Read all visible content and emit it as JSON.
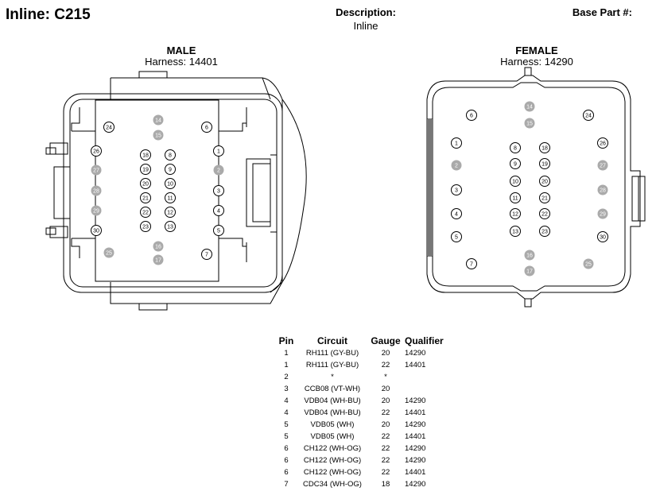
{
  "header": {
    "title": "Inline: C215",
    "description_label": "Description:",
    "description_value": "Inline",
    "base_part_label": "Base Part #:"
  },
  "male": {
    "gender": "MALE",
    "harness": "Harness: 14401"
  },
  "female": {
    "gender": "FEMALE",
    "harness": "Harness: 14290"
  },
  "colors": {
    "empty_cavity": "#aaaaaa",
    "line": "#000000"
  },
  "pin_table": {
    "headers": [
      "Pin",
      "Circuit",
      "Gauge",
      "Qualifier"
    ],
    "rows": [
      [
        "1",
        "RH111 (GY-BU)",
        "20",
        "14290"
      ],
      [
        "1",
        "RH111 (GY-BU)",
        "22",
        "14401"
      ],
      [
        "2",
        "*",
        "*",
        ""
      ],
      [
        "3",
        "CCB08 (VT-WH)",
        "20",
        ""
      ],
      [
        "4",
        "VDB04 (WH-BU)",
        "20",
        "14290"
      ],
      [
        "4",
        "VDB04 (WH-BU)",
        "22",
        "14401"
      ],
      [
        "5",
        "VDB05 (WH)",
        "20",
        "14290"
      ],
      [
        "5",
        "VDB05 (WH)",
        "22",
        "14401"
      ],
      [
        "6",
        "CH122 (WH-OG)",
        "22",
        "14290"
      ],
      [
        "6",
        "CH122 (WH-OG)",
        "22",
        "14290"
      ],
      [
        "6",
        "CH122 (WH-OG)",
        "22",
        "14401"
      ],
      [
        "7",
        "CDC34 (WH-OG)",
        "18",
        "14290"
      ]
    ]
  },
  "male_pins": [
    {
      "n": "24",
      "empty": false
    },
    {
      "n": "14",
      "empty": true
    },
    {
      "n": "6",
      "empty": false
    },
    {
      "n": "15",
      "empty": true
    },
    {
      "n": "26",
      "empty": false
    },
    {
      "n": "18",
      "empty": false
    },
    {
      "n": "8",
      "empty": false
    },
    {
      "n": "1",
      "empty": false
    },
    {
      "n": "27",
      "empty": true
    },
    {
      "n": "19",
      "empty": false
    },
    {
      "n": "9",
      "empty": false
    },
    {
      "n": "2",
      "empty": true
    },
    {
      "n": "20",
      "empty": false
    },
    {
      "n": "10",
      "empty": false
    },
    {
      "n": "28",
      "empty": true
    },
    {
      "n": "21",
      "empty": false
    },
    {
      "n": "11",
      "empty": false
    },
    {
      "n": "3",
      "empty": false
    },
    {
      "n": "29",
      "empty": true
    },
    {
      "n": "22",
      "empty": false
    },
    {
      "n": "12",
      "empty": false
    },
    {
      "n": "4",
      "empty": false
    },
    {
      "n": "23",
      "empty": false
    },
    {
      "n": "13",
      "empty": false
    },
    {
      "n": "30",
      "empty": false
    },
    {
      "n": "5",
      "empty": false
    },
    {
      "n": "16",
      "empty": true
    },
    {
      "n": "25",
      "empty": true
    },
    {
      "n": "7",
      "empty": false
    },
    {
      "n": "17",
      "empty": true
    }
  ],
  "female_pins": [
    {
      "n": "14",
      "empty": true
    },
    {
      "n": "6",
      "empty": false
    },
    {
      "n": "24",
      "empty": false
    },
    {
      "n": "15",
      "empty": true
    },
    {
      "n": "1",
      "empty": false
    },
    {
      "n": "8",
      "empty": false
    },
    {
      "n": "18",
      "empty": false
    },
    {
      "n": "26",
      "empty": false
    },
    {
      "n": "2",
      "empty": true
    },
    {
      "n": "9",
      "empty": false
    },
    {
      "n": "19",
      "empty": false
    },
    {
      "n": "27",
      "empty": true
    },
    {
      "n": "3",
      "empty": false
    },
    {
      "n": "10",
      "empty": false
    },
    {
      "n": "20",
      "empty": false
    },
    {
      "n": "28",
      "empty": true
    },
    {
      "n": "11",
      "empty": false
    },
    {
      "n": "21",
      "empty": false
    },
    {
      "n": "4",
      "empty": false
    },
    {
      "n": "12",
      "empty": false
    },
    {
      "n": "22",
      "empty": false
    },
    {
      "n": "29",
      "empty": true
    },
    {
      "n": "5",
      "empty": false
    },
    {
      "n": "13",
      "empty": false
    },
    {
      "n": "23",
      "empty": false
    },
    {
      "n": "30",
      "empty": false
    },
    {
      "n": "16",
      "empty": true
    },
    {
      "n": "7",
      "empty": false
    },
    {
      "n": "25",
      "empty": true
    },
    {
      "n": "17",
      "empty": true
    }
  ]
}
